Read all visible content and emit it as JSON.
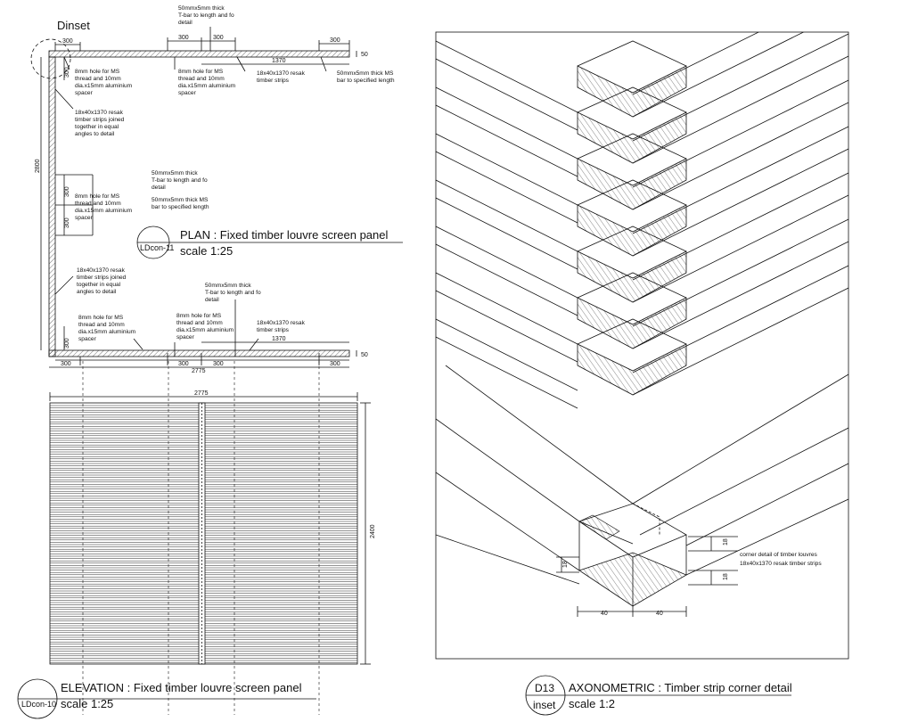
{
  "plan": {
    "inset_label": "Dinset",
    "dims": {
      "top_left": "300",
      "top_mid_a": "300",
      "top_mid_b": "300",
      "top_right": "300",
      "top_1370": "1370",
      "top_50": "50",
      "left_300_a": "300",
      "left_300_b": "300",
      "left_300_c": "300",
      "left_300_d": "300",
      "left_2800": "2800",
      "bot_left": "300",
      "bot_mid_a": "300",
      "bot_mid_b": "300",
      "bot_right": "300",
      "bot_1370": "1370",
      "bot_50": "50",
      "bot_2775": "2775"
    },
    "notes": {
      "tbar_top": [
        "50mmx5mm thick",
        "T-bar to length and fo",
        "detail"
      ],
      "hole_1": [
        "8mm hole for MS",
        "thread and 10mm",
        "dia.x15mm aluminium",
        "spacer"
      ],
      "hole_2": [
        "8mm hole for MS",
        "thread and 10mm",
        "dia.x15mm aluminium",
        "spacer"
      ],
      "strips_top": [
        "18x40x1370 resak",
        "timber strips"
      ],
      "bar_top": [
        "50mmx5mm thick MS",
        "bar to specified length"
      ],
      "strips_joined_1": [
        "18x40x1370 resak",
        "timber strips joined",
        "together in equal",
        "angles to detail"
      ],
      "tbar_mid": [
        "50mmx5mm thick",
        "T-bar to length and fo",
        "detail"
      ],
      "hole_3": [
        "8mm hole for MS",
        "thread and 10mm",
        "dia.x15mm aluminium",
        "spacer"
      ],
      "bar_mid": [
        "50mmx5mm thick MS",
        "bar to specified length"
      ],
      "strips_joined_2": [
        "18x40x1370 resak",
        "timber strips joined",
        "together in equal",
        "angles to detail"
      ],
      "tbar_bot": [
        "50mmx5mm thick",
        "T-bar to length and fo",
        "detail"
      ],
      "hole_4": [
        "8mm hole for MS",
        "thread and 10mm",
        "dia.x15mm aluminium",
        "spacer"
      ],
      "hole_5": [
        "8mm hole for MS",
        "thread and 10mm",
        "dia.x15mm aluminium",
        "spacer"
      ],
      "strips_bot": [
        "18x40x1370 resak",
        "timber strips"
      ]
    },
    "title": "PLAN : Fixed timber louvre screen panel",
    "scale": "scale 1:25",
    "ref": "LDcon-11"
  },
  "elevation": {
    "dim_width": "2775",
    "dim_height": "2400",
    "title": "ELEVATION : Fixed timber louvre screen panel",
    "scale": "scale 1:25",
    "ref": "LDcon-10"
  },
  "axonometric": {
    "note": [
      "corner detail of timber louvres",
      "18x40x1370 resak timber strips"
    ],
    "dim_a": "40",
    "dim_b": "40",
    "dim_thk_1": "18",
    "dim_thk_2": "18",
    "dim_thk_3": "18",
    "title": "AXONOMETRIC : Timber strip corner detail",
    "scale": "scale 1:2",
    "ref_top": "D13",
    "ref_bottom": "inset"
  },
  "colors": {
    "line": "#111111",
    "paper": "#ffffff"
  }
}
